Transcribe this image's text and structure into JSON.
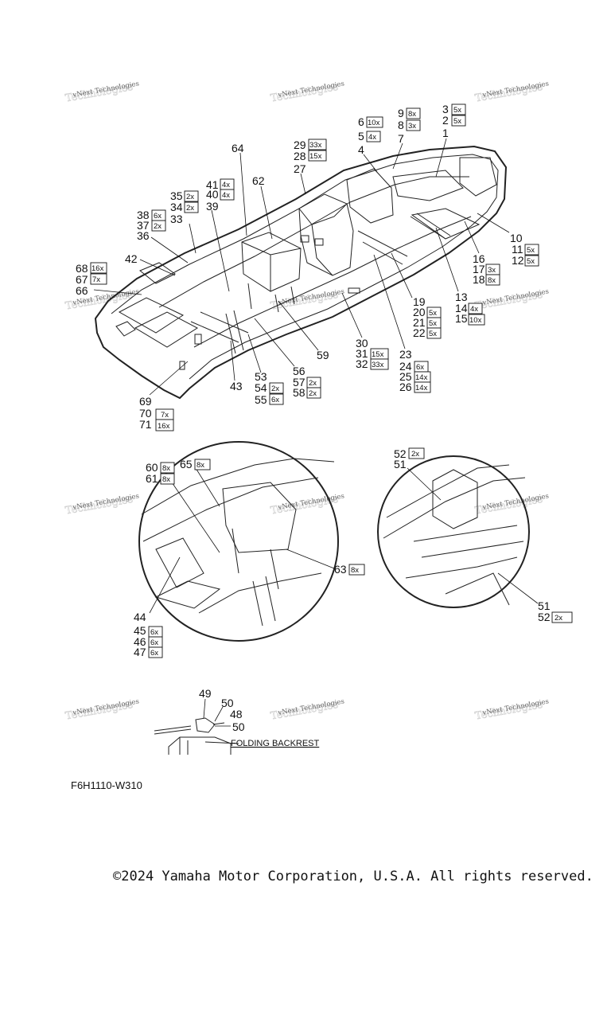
{
  "watermark": "vNext Technologies",
  "diagram_code": "F6H1110-W310",
  "copyright": "©2024 Yamaha Motor Corporation, U.S.A. All rights reserved.",
  "folding_backrest_label": "FOLDING BACKREST",
  "callouts": [
    {
      "n": "1"
    },
    {
      "n": "2",
      "q": "5x"
    },
    {
      "n": "3",
      "q": "5x"
    },
    {
      "n": "4"
    },
    {
      "n": "5",
      "q": "4x"
    },
    {
      "n": "6",
      "q": "10x"
    },
    {
      "n": "7"
    },
    {
      "n": "8",
      "q": "3x"
    },
    {
      "n": "9",
      "q": "8x"
    },
    {
      "n": "10"
    },
    {
      "n": "11",
      "q": "5x"
    },
    {
      "n": "12",
      "q": "5x"
    },
    {
      "n": "13"
    },
    {
      "n": "14",
      "q": "4x"
    },
    {
      "n": "15",
      "q": "10x"
    },
    {
      "n": "16"
    },
    {
      "n": "17",
      "q": "3x"
    },
    {
      "n": "18",
      "q": "8x"
    },
    {
      "n": "19"
    },
    {
      "n": "20",
      "q": "5x"
    },
    {
      "n": "21",
      "q": "5x"
    },
    {
      "n": "22",
      "q": "5x"
    },
    {
      "n": "23"
    },
    {
      "n": "24",
      "q": "6x"
    },
    {
      "n": "25",
      "q": "14x"
    },
    {
      "n": "26",
      "q": "14x"
    },
    {
      "n": "27"
    },
    {
      "n": "28",
      "q": "15x"
    },
    {
      "n": "29",
      "q": "33x"
    },
    {
      "n": "30"
    },
    {
      "n": "31",
      "q": "15x"
    },
    {
      "n": "32",
      "q": "33x"
    },
    {
      "n": "33"
    },
    {
      "n": "34",
      "q": "2x"
    },
    {
      "n": "35",
      "q": "2x"
    },
    {
      "n": "36"
    },
    {
      "n": "37",
      "q": "2x"
    },
    {
      "n": "38",
      "q": "6x"
    },
    {
      "n": "39"
    },
    {
      "n": "40",
      "q": "4x"
    },
    {
      "n": "41",
      "q": "4x"
    },
    {
      "n": "42"
    },
    {
      "n": "43"
    },
    {
      "n": "44"
    },
    {
      "n": "45",
      "q": "6x"
    },
    {
      "n": "46",
      "q": "6x"
    },
    {
      "n": "47",
      "q": "6x"
    },
    {
      "n": "48"
    },
    {
      "n": "49"
    },
    {
      "n": "50"
    },
    {
      "n": "50"
    },
    {
      "n": "51"
    },
    {
      "n": "51"
    },
    {
      "n": "52",
      "q": "2x"
    },
    {
      "n": "52",
      "q": "2x"
    },
    {
      "n": "53"
    },
    {
      "n": "54",
      "q": "2x"
    },
    {
      "n": "55",
      "q": "6x"
    },
    {
      "n": "56"
    },
    {
      "n": "57",
      "q": "2x"
    },
    {
      "n": "58",
      "q": "2x"
    },
    {
      "n": "59"
    },
    {
      "n": "60",
      "q": "8x"
    },
    {
      "n": "61",
      "q": "8x"
    },
    {
      "n": "62"
    },
    {
      "n": "63",
      "q": "8x"
    },
    {
      "n": "64"
    },
    {
      "n": "65",
      "q": "8x"
    },
    {
      "n": "66"
    },
    {
      "n": "67",
      "q": "7x"
    },
    {
      "n": "68",
      "q": "16x"
    },
    {
      "n": "69"
    },
    {
      "n": "70",
      "q": "7x"
    },
    {
      "n": "71",
      "q": "16x"
    }
  ]
}
